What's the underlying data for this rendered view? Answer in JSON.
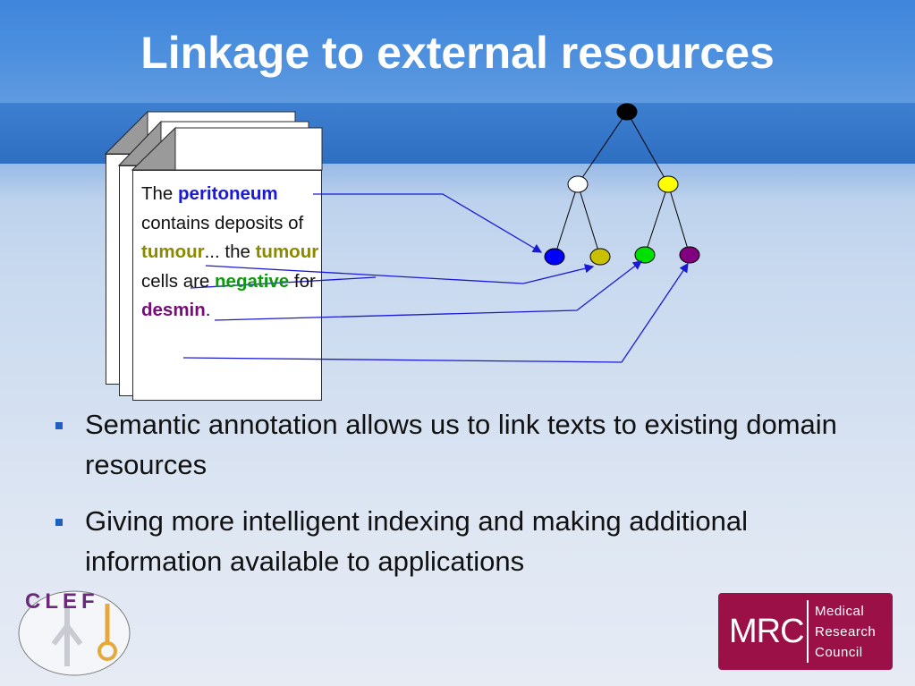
{
  "slide": {
    "title": "Linkage to external resources"
  },
  "document": {
    "segments": [
      {
        "text": "The ",
        "kind": "plain"
      },
      {
        "text": "peritoneum",
        "kind": "kw-blue"
      },
      {
        "text": " contains deposits of ",
        "kind": "plain"
      },
      {
        "text": "tumour",
        "kind": "kw-olive"
      },
      {
        "text": "... the ",
        "kind": "plain"
      },
      {
        "text": "tumour",
        "kind": "kw-olive"
      },
      {
        "text": " cells are ",
        "kind": "plain"
      },
      {
        "text": "negative",
        "kind": "kw-green"
      },
      {
        "text": " for ",
        "kind": "plain"
      },
      {
        "text": "desmin",
        "kind": "kw-purple"
      },
      {
        "text": ".",
        "kind": "plain"
      }
    ]
  },
  "tree": {
    "node_colors": {
      "root": "#000000",
      "left": "#ffffff",
      "right": "#ffff00",
      "leaf_blue": "#0000ff",
      "leaf_olive": "#c8c000",
      "leaf_green": "#00e000",
      "leaf_purple": "#800080"
    },
    "link_color": "#1a1ad6"
  },
  "bullets": [
    {
      "text": "Semantic annotation allows us to link texts to existing domain resources"
    },
    {
      "text": "Giving more intelligent indexing and making additional information available to applications"
    }
  ],
  "logos": {
    "clef_text": "CLEF",
    "mrc_abbr": "MRC",
    "mrc_line1": "Medical",
    "mrc_line2": "Research",
    "mrc_line3": "Council",
    "mrc_color": "#9b1047"
  }
}
